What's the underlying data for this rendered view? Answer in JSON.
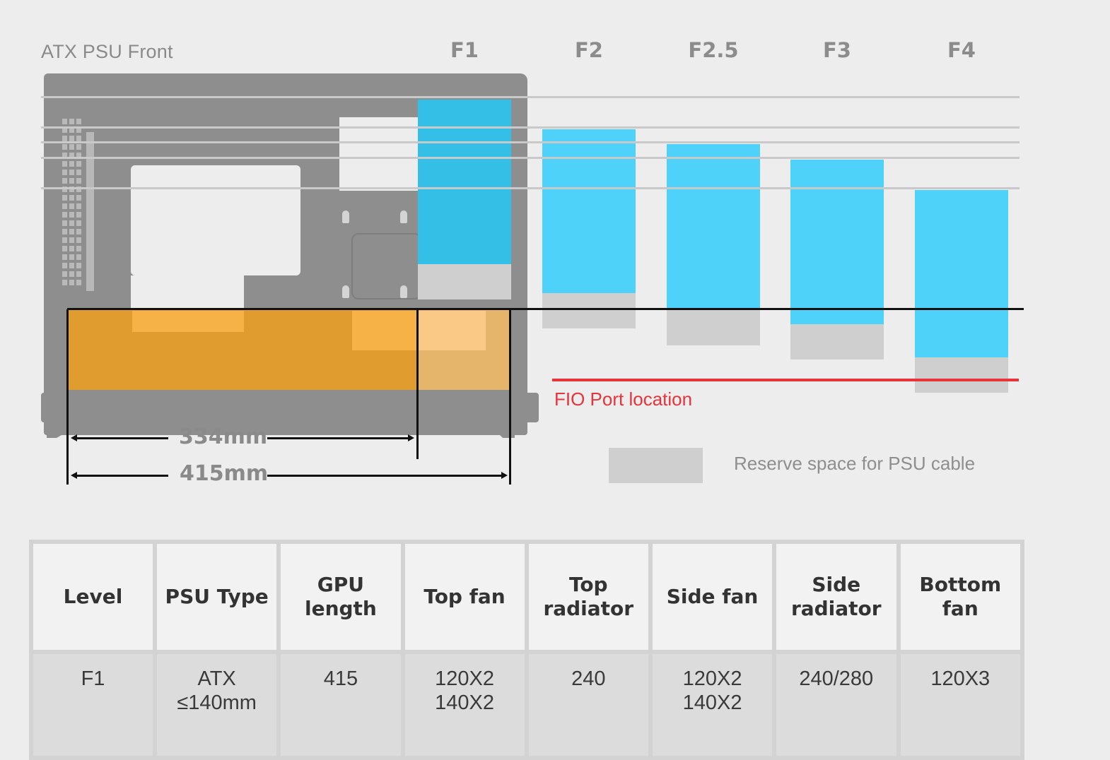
{
  "diagram": {
    "case_label": "ATX PSU Front",
    "levels": [
      "F1",
      "F2",
      "F2.5",
      "F3",
      "F4"
    ],
    "dimensions": {
      "psu_short": "334mm",
      "gpu_max": "415mm"
    },
    "fio_label": "FIO Port location",
    "legend": {
      "reserve_label": "Reserve space for PSU cable"
    },
    "colors": {
      "radiator_blue": "#4fd2f9",
      "reserve_gray": "#cfcfcf",
      "psu_orange": "#e09c2e",
      "fio_red": "#e8333a",
      "case_gray": "#8e8e8e"
    }
  },
  "table": {
    "headers": [
      "Level",
      "PSU Type",
      "GPU\nlength",
      "Top fan",
      "Top\nradiator",
      "Side fan",
      "Side\nradiator",
      "Bottom\nfan"
    ],
    "rows": [
      [
        "F1",
        "ATX\n≤140mm",
        "415",
        "120X2\n140X2",
        "240",
        "120X2\n140X2",
        "240/280",
        "120X3"
      ]
    ]
  }
}
